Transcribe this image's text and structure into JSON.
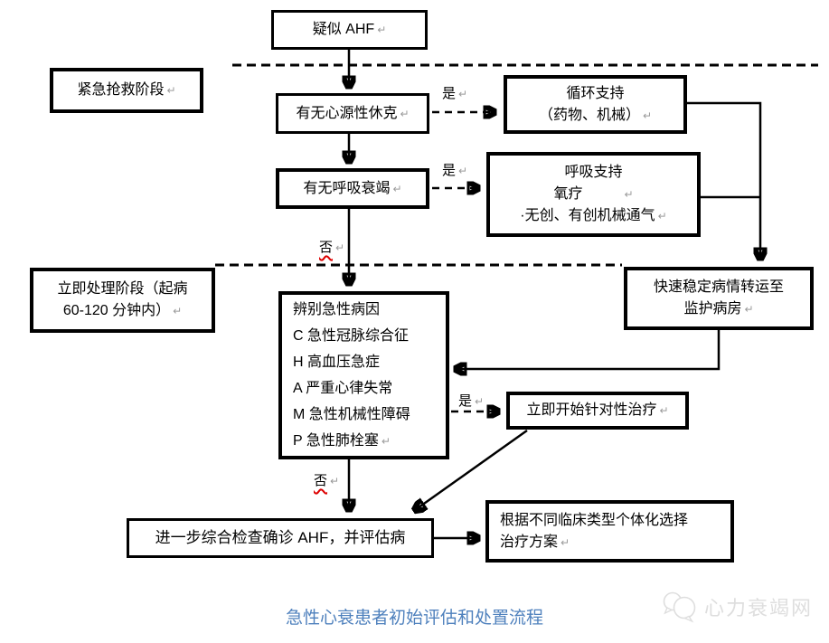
{
  "glyphs": {
    "return_mark": "↵"
  },
  "labels": {
    "yes_shock": "是",
    "yes_resp": "是",
    "no_resp": "否",
    "yes_cause": "是",
    "no_cause": "否"
  },
  "nodes": {
    "suspected_ahf": {
      "text": "疑似 AHF"
    },
    "phase_emergency": {
      "text": "紧急抢救阶段"
    },
    "cardiogenic_shock": {
      "text": "有无心源性休克"
    },
    "circulatory_support": {
      "lines": [
        "循环支持",
        "（药物、机械）"
      ]
    },
    "respiratory_failure": {
      "text": "有无呼吸衰竭"
    },
    "respiratory_support": {
      "lines": [
        "呼吸支持",
        "氧疗",
        "·无创、有创机械通气"
      ]
    },
    "phase_immediate": {
      "lines": [
        "立即处理阶段（起病",
        "60-120 分钟内）"
      ]
    },
    "transfer_ward": {
      "lines": [
        "快速稳定病情转运至",
        "监护病房"
      ]
    },
    "identify_cause": {
      "lines": [
        "辨别急性病因",
        "C 急性冠脉综合征",
        "H 高血压急症",
        "A 严重心律失常",
        "M 急性机械性障碍",
        "P 急性肺栓塞"
      ]
    },
    "targeted_treatment": {
      "text": "立即开始针对性治疗"
    },
    "further_exam": {
      "text": "进一步综合检查确诊 AHF，并评估病"
    },
    "individualized_plan": {
      "lines": [
        "根据不同临床类型个体化选择",
        "治疗方案"
      ]
    }
  },
  "caption": {
    "text": "急性心衰患者初始评估和处置流程",
    "color": "#4f81bd"
  },
  "watermark": {
    "text": "心力衰竭网",
    "color": "#dedede"
  },
  "colors": {
    "line": "#000000",
    "spellcheck_red": "#dd0000",
    "caption_blue": "#4f81bd",
    "watermark_gray": "#dedede"
  }
}
